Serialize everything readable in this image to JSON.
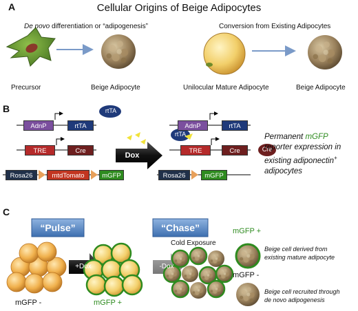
{
  "panelA": {
    "letter": "A",
    "title": "Cellular Origins of Beige Adipocytes",
    "denovo_prefix": "De novo",
    "denovo_rest": " differentiation or “adipogenesis”",
    "conversion": "Conversion from Existing Adipocytes",
    "precursor": "Precursor",
    "beige1": "Beige Adipocyte",
    "unilocular": "Unilocular Mature Adipocyte",
    "beige2": "Beige Adipocyte"
  },
  "panelB": {
    "letter": "B",
    "adnp": "AdnP",
    "rtta": "rtTA",
    "tre": "TRE",
    "cre": "Cre",
    "rosa26": "Rosa26",
    "mtdtomato": "mtdTomato",
    "mgfp": "mGFP",
    "dox": "Dox",
    "note_line1_pre": "Permanent ",
    "note_line1_gfp": "mGFP",
    "note_line2": "reporter expression in",
    "note_line3_pre": "existing adiponectin",
    "note_line3_sup": "+",
    "note_line4": "adipocytes"
  },
  "panelC": {
    "letter": "C",
    "pulse": "“Pulse”",
    "chase": "“Chase”",
    "plus_dox": "+Dox",
    "minus_dox": "-Dox",
    "cold": "Cold Exposure",
    "mgfp_minus": "mGFP -",
    "mgfp_plus": "mGFP +",
    "legend_plus": "mGFP +",
    "legend_plus_desc1": "Beige cell derived from",
    "legend_plus_desc2": "existing mature adipocyte",
    "legend_minus": "mGFP -",
    "legend_minus_desc1": "Beige cell recruited through",
    "legend_minus_desc2": "de novo adipogenesis"
  },
  "colors": {
    "gfp_green": "#2e8b1f",
    "adnp": "#7b4f9e",
    "rtta": "#1f3a7a",
    "tre": "#b52a2a",
    "cre": "#6e1f1f",
    "rosa26": "#203049",
    "mtdtomato": "#c23520",
    "pulse_box": "#5b87c4"
  }
}
